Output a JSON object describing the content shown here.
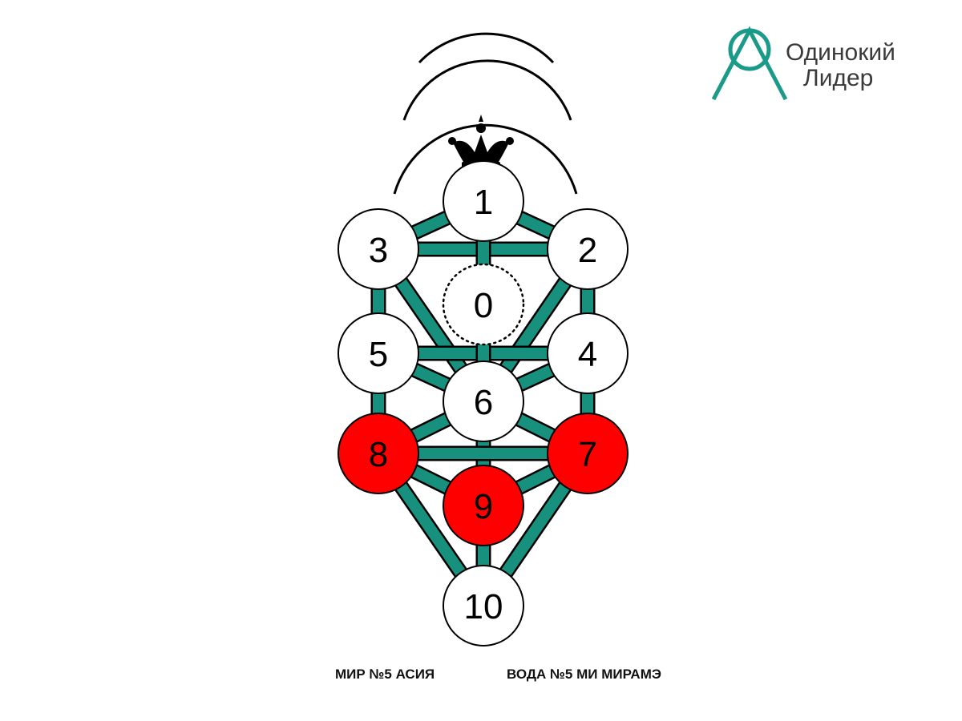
{
  "logo": {
    "line1": "Одинокий",
    "line2": "Лидер",
    "color": "#1a9a88"
  },
  "diagram": {
    "path_color": "#17907d",
    "default_fill": "#ffffff",
    "highlight_fill": "#ff0000",
    "nodes": [
      {
        "id": "1",
        "label": "1",
        "highlighted": false
      },
      {
        "id": "2",
        "label": "2",
        "highlighted": false
      },
      {
        "id": "3",
        "label": "3",
        "highlighted": false
      },
      {
        "id": "0",
        "label": "0",
        "highlighted": false,
        "hidden": true
      },
      {
        "id": "4",
        "label": "4",
        "highlighted": false
      },
      {
        "id": "5",
        "label": "5",
        "highlighted": false
      },
      {
        "id": "6",
        "label": "6",
        "highlighted": false
      },
      {
        "id": "7",
        "label": "7",
        "highlighted": true
      },
      {
        "id": "8",
        "label": "8",
        "highlighted": true
      },
      {
        "id": "9",
        "label": "9",
        "highlighted": true
      },
      {
        "id": "10",
        "label": "10",
        "highlighted": false
      }
    ]
  },
  "captions": {
    "world": "МИР №5 АСИЯ",
    "water": "ВОДА №5 МИ МИРАМЭ"
  }
}
